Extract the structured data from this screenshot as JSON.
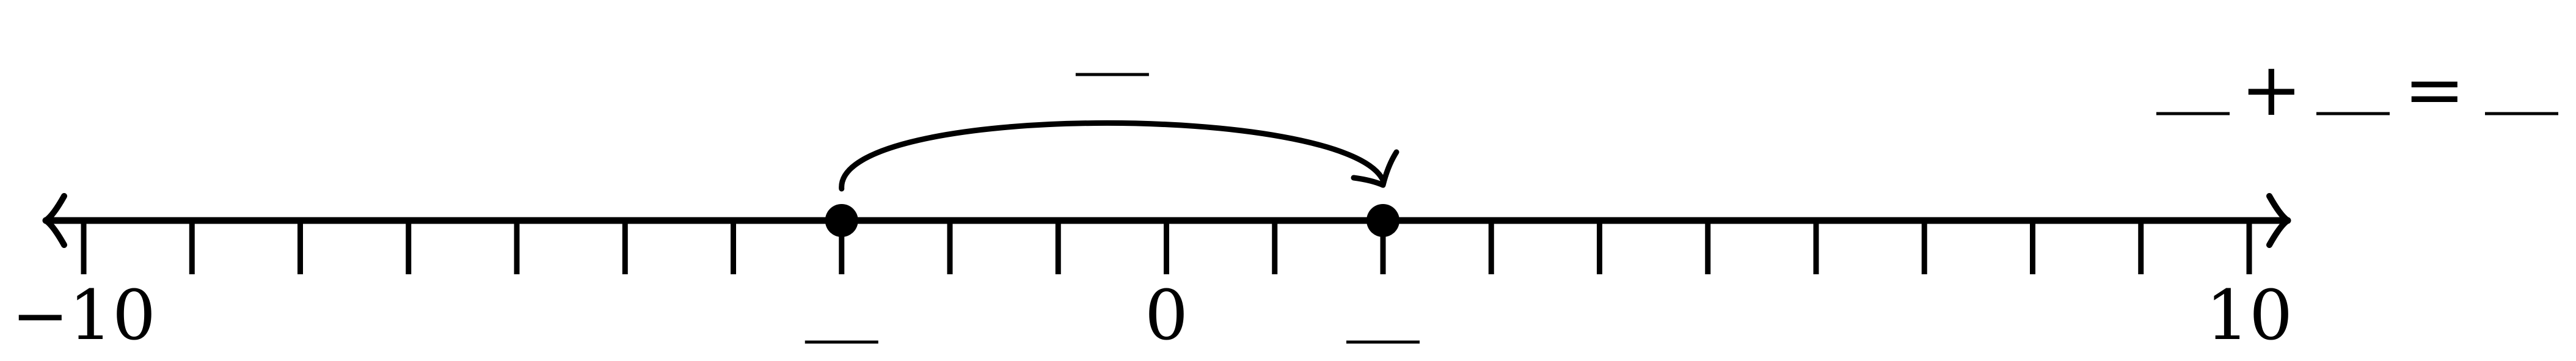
{
  "number_line": {
    "min": -10,
    "max": 10,
    "tick_step": 1,
    "labeled_ticks": [
      {
        "value": -10,
        "text": "−10"
      },
      {
        "value": 0,
        "text": "0"
      },
      {
        "value": 10,
        "text": "10"
      }
    ],
    "arrows_both_ends": true
  },
  "jump": {
    "start": -3,
    "end": 2,
    "direction": "right"
  },
  "points": [
    {
      "value": -3
    },
    {
      "value": 2
    }
  ],
  "equation": {
    "plus": "+",
    "equals": "="
  },
  "colors": {
    "ink": "#000000",
    "background": "#ffffff"
  }
}
